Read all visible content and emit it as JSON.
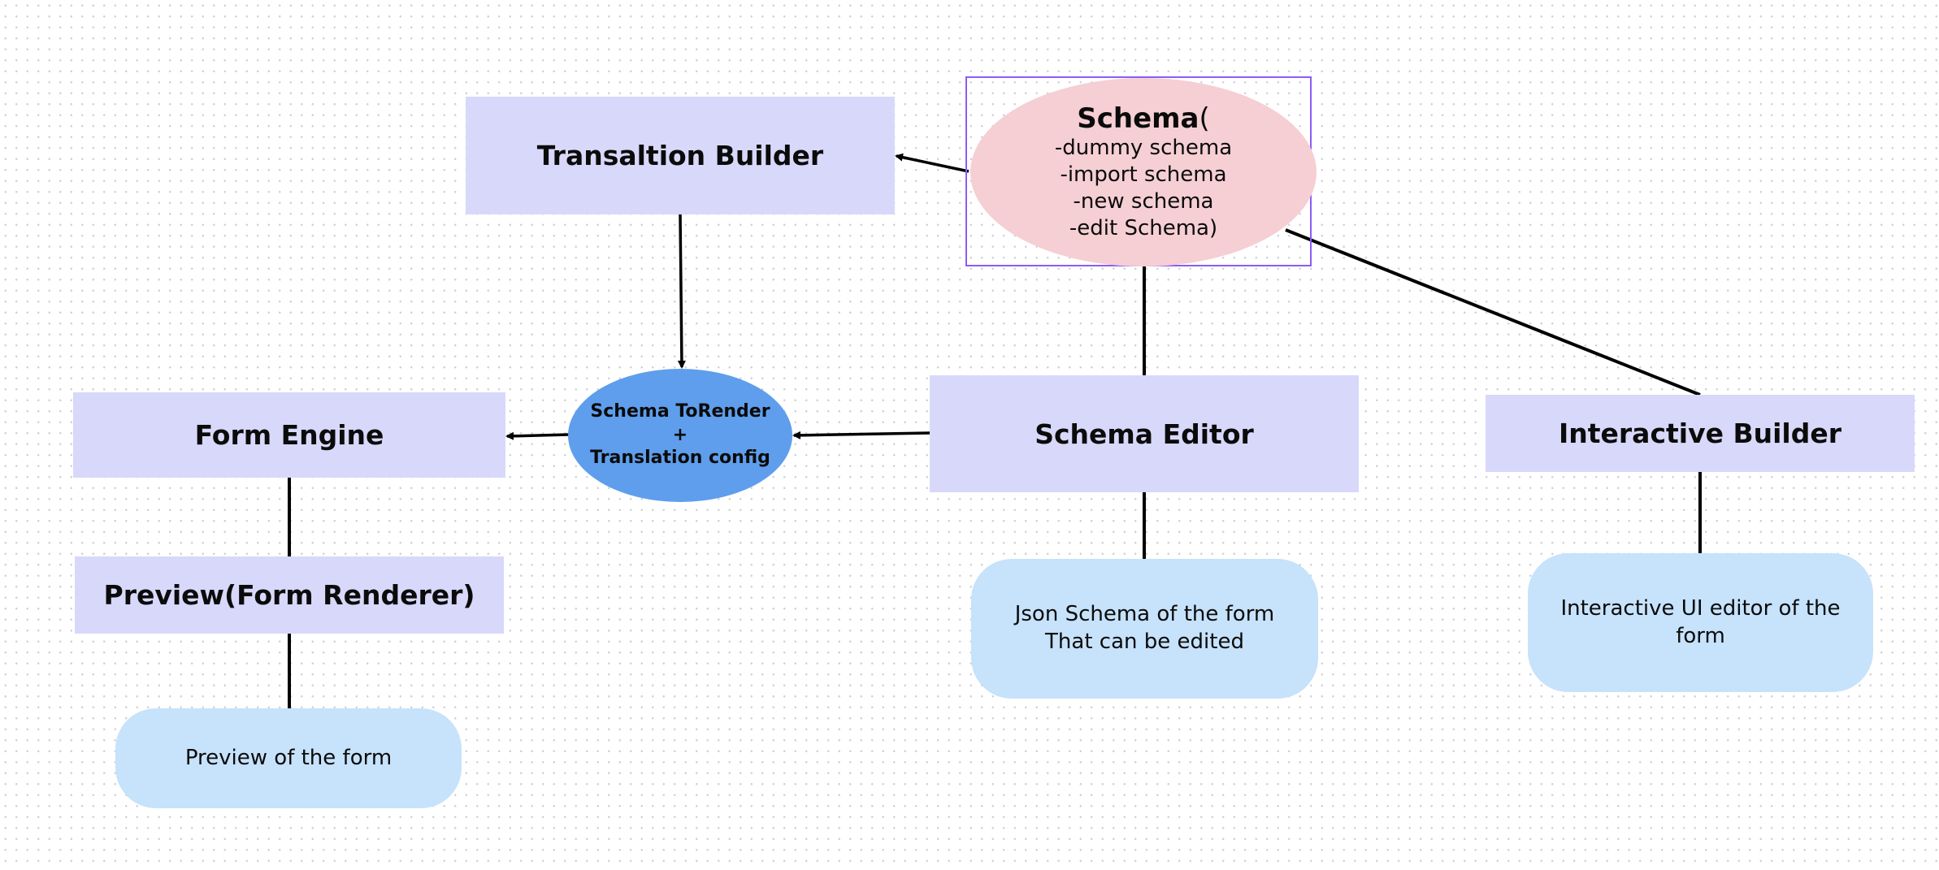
{
  "diagram": {
    "nodes": {
      "translation_builder": {
        "label": "Transaltion Builder"
      },
      "schema": {
        "title": "Schema",
        "open_paren": "(",
        "lines": [
          "-dummy schema",
          "-import schema",
          "-new schema",
          "-edit Schema)"
        ]
      },
      "form_engine": {
        "label": "Form Engine"
      },
      "schema_to_render": {
        "lines": [
          "Schema ToRender",
          "+",
          "Translation config"
        ]
      },
      "schema_editor": {
        "label": "Schema Editor"
      },
      "interactive_builder": {
        "label": "Interactive Builder"
      },
      "preview_renderer": {
        "label": "Preview(Form Renderer)"
      },
      "preview_note": {
        "label": "Preview of the form"
      },
      "json_schema_note": {
        "lines": [
          "Json Schema of the form",
          "That can be edited"
        ]
      },
      "interactive_note": {
        "label": "Interactive UI editor of the form"
      }
    },
    "edges": [
      {
        "from": "schema",
        "to": "translation_builder",
        "arrow": true
      },
      {
        "from": "translation_builder",
        "to": "schema_to_render",
        "arrow": true
      },
      {
        "from": "schema_editor",
        "to": "schema_to_render",
        "arrow": true
      },
      {
        "from": "schema_to_render",
        "to": "form_engine",
        "arrow": true
      },
      {
        "from": "schema",
        "to": "schema_editor",
        "arrow": false
      },
      {
        "from": "schema",
        "to": "interactive_builder",
        "arrow": false
      },
      {
        "from": "form_engine",
        "to": "preview_renderer",
        "arrow": false
      },
      {
        "from": "preview_renderer",
        "to": "preview_note",
        "arrow": false
      },
      {
        "from": "schema_editor",
        "to": "json_schema_note",
        "arrow": false
      },
      {
        "from": "interactive_builder",
        "to": "interactive_note",
        "arrow": false
      }
    ],
    "colors": {
      "process_box": "#d8d8fa",
      "note_pill": "#c7e2fb",
      "data_ellipse": "#5e9eec",
      "schema_ellipse": "#f5cfd4",
      "selection_frame": "#8b5cf6",
      "connector": "#000000"
    }
  }
}
